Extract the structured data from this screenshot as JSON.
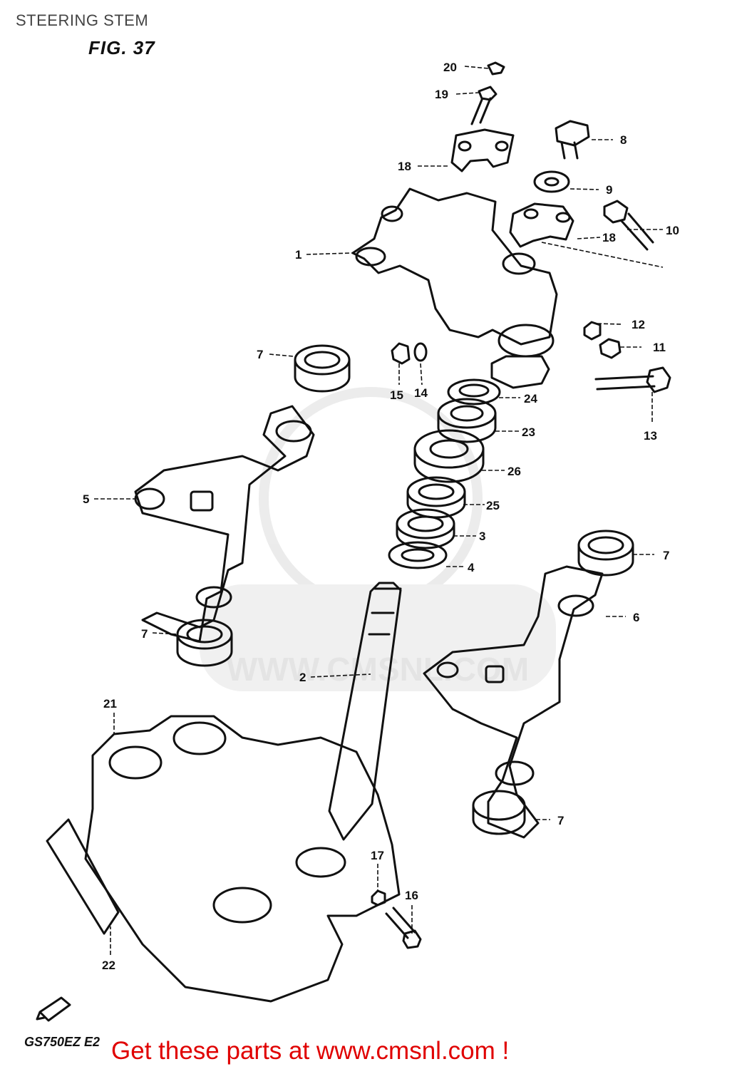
{
  "page_title": "STEERING STEM",
  "figure_label": "FIG. 37",
  "model_code": "GS750EZ E2",
  "footer_text": "Get these parts at www.cmsnl.com !",
  "watermark_text": "WWW.CMSNL.COM",
  "colors": {
    "footer": "#e00000",
    "ink": "#111111",
    "watermark": "#d8d8d8"
  },
  "callouts": [
    {
      "id": "c20",
      "text": "20"
    },
    {
      "id": "c19",
      "text": "19"
    },
    {
      "id": "c8",
      "text": "8"
    },
    {
      "id": "c18a",
      "text": "18"
    },
    {
      "id": "c9",
      "text": "9"
    },
    {
      "id": "c10",
      "text": "10"
    },
    {
      "id": "c18b",
      "text": "18"
    },
    {
      "id": "c1",
      "text": "1"
    },
    {
      "id": "c12",
      "text": "12"
    },
    {
      "id": "c11",
      "text": "11"
    },
    {
      "id": "c7a",
      "text": "7"
    },
    {
      "id": "c15",
      "text": "15"
    },
    {
      "id": "c14",
      "text": "14"
    },
    {
      "id": "c24",
      "text": "24"
    },
    {
      "id": "c13",
      "text": "13"
    },
    {
      "id": "c23",
      "text": "23"
    },
    {
      "id": "c26",
      "text": "26"
    },
    {
      "id": "c5",
      "text": "5"
    },
    {
      "id": "c25",
      "text": "25"
    },
    {
      "id": "c3",
      "text": "3"
    },
    {
      "id": "c4",
      "text": "4"
    },
    {
      "id": "c7b",
      "text": "7"
    },
    {
      "id": "c6",
      "text": "6"
    },
    {
      "id": "c7c",
      "text": "7"
    },
    {
      "id": "c2",
      "text": "2"
    },
    {
      "id": "c21",
      "text": "21"
    },
    {
      "id": "c7d",
      "text": "7"
    },
    {
      "id": "c17",
      "text": "17"
    },
    {
      "id": "c16",
      "text": "16"
    },
    {
      "id": "c22",
      "text": "22"
    }
  ]
}
